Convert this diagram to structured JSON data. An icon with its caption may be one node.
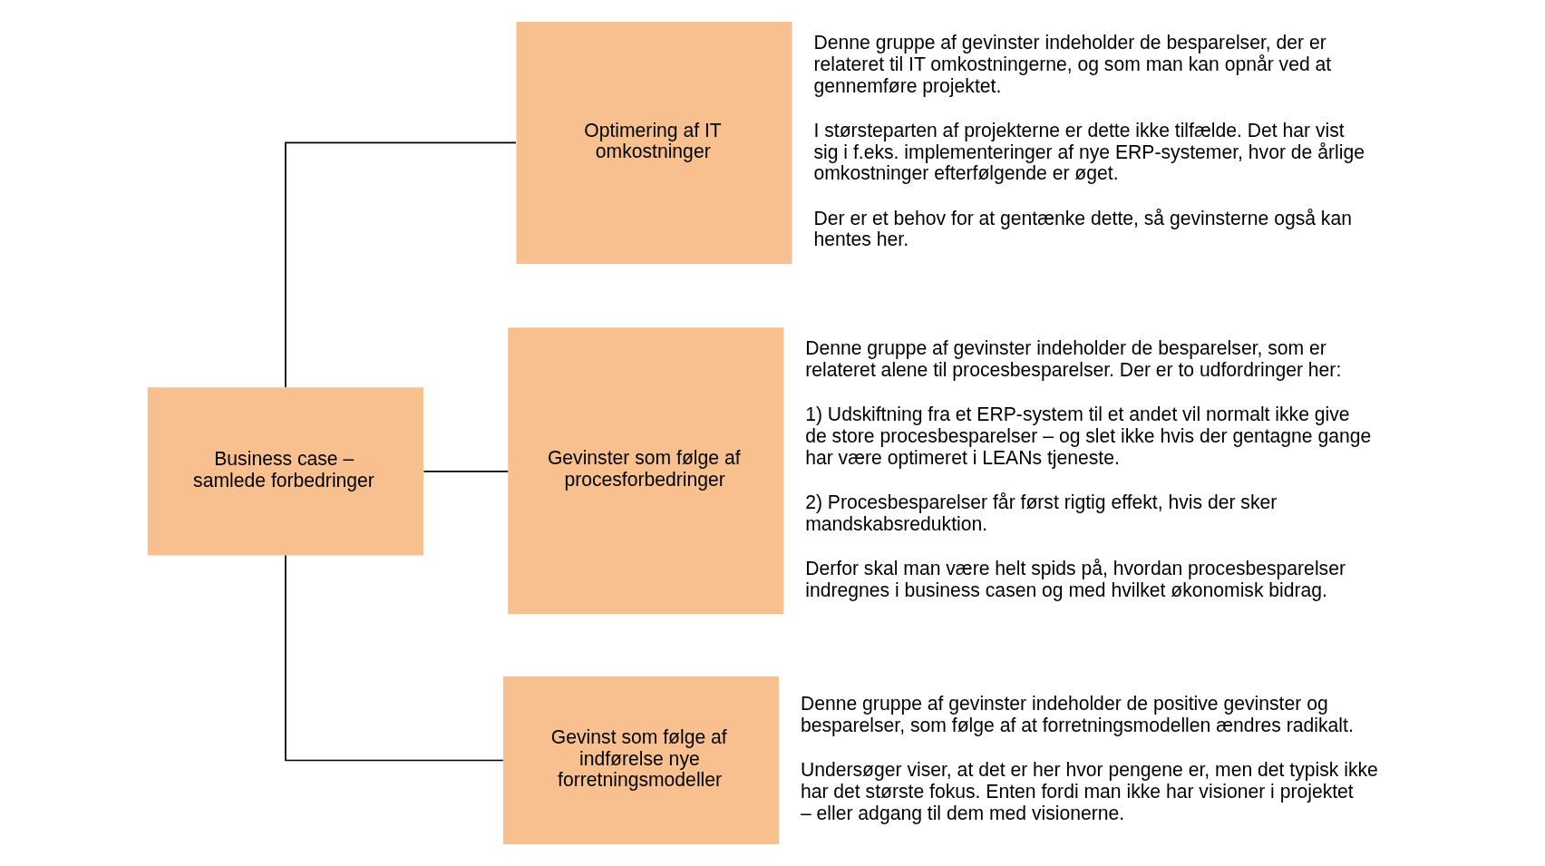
{
  "diagram": {
    "nodes": [
      {
        "text": [
          "Business case – samlede forbedringer"
        ]
      },
      {
        "text": [
          "Optimering af IT omkostninger"
        ],
        "beside": [
          "Denne gruppe af gevinster indeholder de besparelser, der er relateret til IT omkostningerne, og som man kan opnår ved at gennemføre projektet.",
          "I størsteparten af projekterne er dette ikke tilfælde. Det har vist sig i f.eks. implementeringer af nye ERP-systemer, hvor de årlige omkostninger efterfølgende er øget.",
          "Der er et behov for at gentænke dette, så gevinsterne også kan hentes her."
        ]
      },
      {
        "text": [
          "Gevinster som følge af procesforbedringer"
        ],
        "beside": [
          "Denne gruppe af gevinster indeholder de besparelser, som er relateret alene til procesbesparelser. Der er to udfordringer her:",
          "1) Udskiftning fra et ERP-system til et andet vil normalt ikke give de store procesbesparelser – og slet ikke hvis der gentagne gange har være optimeret i LEANs tjeneste.",
          "2) Procesbesparelser får først rigtig effekt, hvis der sker mandskabsreduktion.",
          "Derfor skal man være helt spids på, hvordan procesbesparelser indregnes i business casen og med hvilket økonomisk bidrag."
        ]
      },
      {
        "text": [
          "Gevinst som følge af indførelse nye forretningsmodeller"
        ],
        "beside": [
          "Denne gruppe af gevinster indeholder de positive gevinster og besparelser, som følge af at forretningsmodellen ændres radikalt.",
          "Undersøger viser, at det er her hvor pengene er, men det typisk ikke har det største fokus. Enten fordi man ikke har visioner i projektet – eller adgang til dem med visionerne."
        ]
      }
    ],
    "edges": [
      {
        "from": 0,
        "to": 1,
        "arrow": "none"
      },
      {
        "from": 0,
        "to": 2,
        "arrow": "none"
      },
      {
        "from": 0,
        "to": 3,
        "arrow": "none"
      }
    ]
  }
}
